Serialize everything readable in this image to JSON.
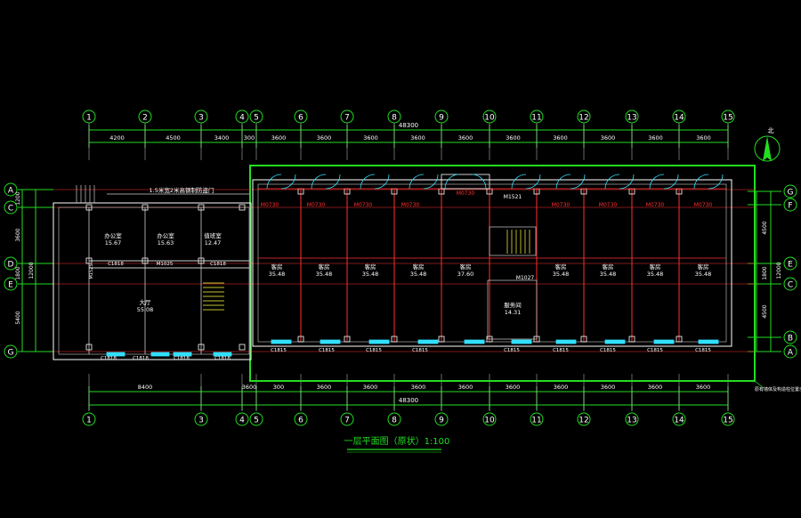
{
  "title": "一层平面图（原状）1:100",
  "north_label": "北",
  "top_grid_labels": [
    "1",
    "2",
    "3",
    "4",
    "5",
    "6",
    "7",
    "8",
    "9",
    "10",
    "11",
    "12",
    "13",
    "14",
    "15"
  ],
  "bottom_grid_labels": [
    "1",
    "3",
    "4",
    "5",
    "6",
    "7",
    "8",
    "9",
    "10",
    "11",
    "12",
    "13",
    "14",
    "15"
  ],
  "left_grid_labels": [
    "A",
    "C",
    "D",
    "E",
    "G"
  ],
  "right_grid_labels": [
    "G",
    "F",
    "E",
    "C",
    "B",
    "A"
  ],
  "top_dims": [
    "4200",
    "4500",
    "3400",
    "300",
    "3600",
    "3600",
    "3600",
    "3600",
    "3600",
    "3600",
    "3600",
    "3600",
    "3600",
    "3600"
  ],
  "top_total": "48300",
  "bottom_dims": [
    "8400",
    "3600",
    "300",
    "3600",
    "3600",
    "3600",
    "3600",
    "3600",
    "3600",
    "3600",
    "3600",
    "3600"
  ],
  "bottom_total": "48300",
  "left_dims": [
    "1200",
    "3600",
    "1800",
    "5400"
  ],
  "left_total": "12000",
  "right_dims": [
    "4500",
    "1800",
    "4500"
  ],
  "right_total": "12000",
  "corridor_note": "1.5米宽2米高钢制防盗门",
  "rooms": [
    {
      "name": "办公室",
      "area": "15.67"
    },
    {
      "name": "办公室",
      "area": "15.63"
    },
    {
      "name": "值班室",
      "area": "12.47"
    },
    {
      "name": "大厅",
      "area": "55.08"
    },
    {
      "name": "客房",
      "area": "35.48"
    },
    {
      "name": "客房",
      "area": "35.48"
    },
    {
      "name": "客房",
      "area": "35.48"
    },
    {
      "name": "客房",
      "area": "35.48"
    },
    {
      "name": "客房",
      "area": "37.60"
    },
    {
      "name": "客房",
      "area": "35.48"
    },
    {
      "name": "客房",
      "area": "35.48"
    },
    {
      "name": "客房",
      "area": "35.48"
    },
    {
      "name": "客房",
      "area": "35.48"
    },
    {
      "name": "服务间",
      "area": "14.31"
    }
  ],
  "door_tag": "M0730",
  "door_tag_2": "M1521",
  "door_tag_3": "M1027",
  "door_tag_4": "M1025",
  "window_tag": "C1818",
  "window_tag_2": "C1815",
  "west_door_tag": "M1525",
  "bottom_right_note": "原有墙体及构造柱位置示意",
  "colors": {
    "background": "#000000",
    "grid_line": "#cccccc",
    "wall": "#ffffff",
    "axis_red": "#ff3030",
    "green": "#22dd22",
    "cyan": "#30e0ff",
    "yellow": "#ffff40",
    "bubble": "#22dd22",
    "text": "#ffffff"
  }
}
